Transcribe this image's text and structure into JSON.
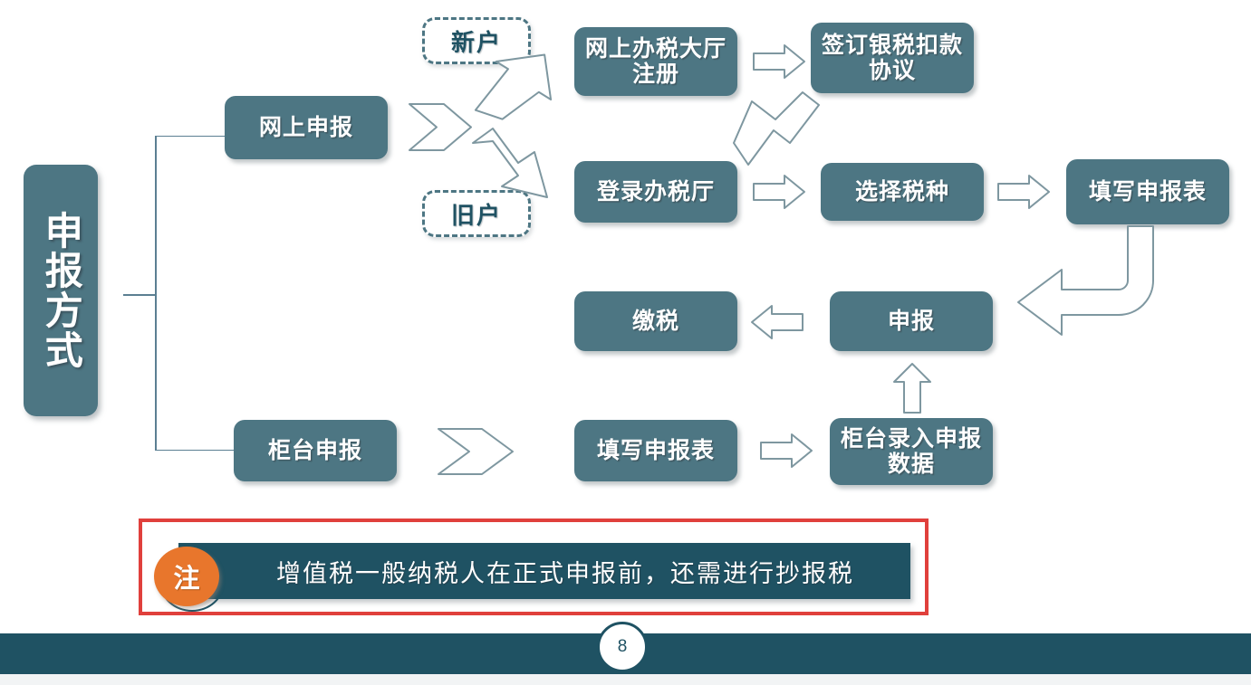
{
  "slide": {
    "page_number": "8",
    "vertical_title": "申报方式"
  },
  "nodes": {
    "online_declare": "网上申报",
    "counter_declare": "柜台申报",
    "online_hall_register": "网上办税大厅注册",
    "sign_bank_tax_agreement": "签订银税扣款协议",
    "login_tax_hall": "登录办税厅",
    "select_tax_type": "选择税种",
    "fill_form_top": "填写申报表",
    "pay_tax": "缴税",
    "declare": "申报",
    "fill_form_bottom": "填写申报表",
    "counter_entry_data": "柜台录入申报数据"
  },
  "tags": {
    "new_account": "新户",
    "old_account": "旧户"
  },
  "note": {
    "badge": "注",
    "text": "增值税一般纳税人在正式申报前，还需进行抄报税"
  },
  "colors": {
    "node_fill": "#4d7683",
    "note_bar": "#1f5263",
    "note_border": "#e0403c",
    "badge": "#e8762c",
    "arrow_stroke": "#7e97a0",
    "connector": "#5b7f92"
  },
  "chart_data": {
    "type": "diagram",
    "title": "申报方式",
    "branches": [
      {
        "name": "网上申报",
        "conditions": [
          "新户",
          "旧户"
        ],
        "new_flow": [
          "网上办税大厅注册",
          "签订银税扣款协议",
          "登录办税厅",
          "选择税种",
          "填写申报表",
          "申报",
          "缴税"
        ],
        "old_flow": [
          "登录办税厅",
          "选择税种",
          "填写申报表",
          "申报",
          "缴税"
        ]
      },
      {
        "name": "柜台申报",
        "flow": [
          "填写申报表",
          "柜台录入申报数据",
          "申报",
          "缴税"
        ]
      }
    ],
    "note": "增值税一般纳税人在正式申报前，还需进行抄报税"
  }
}
